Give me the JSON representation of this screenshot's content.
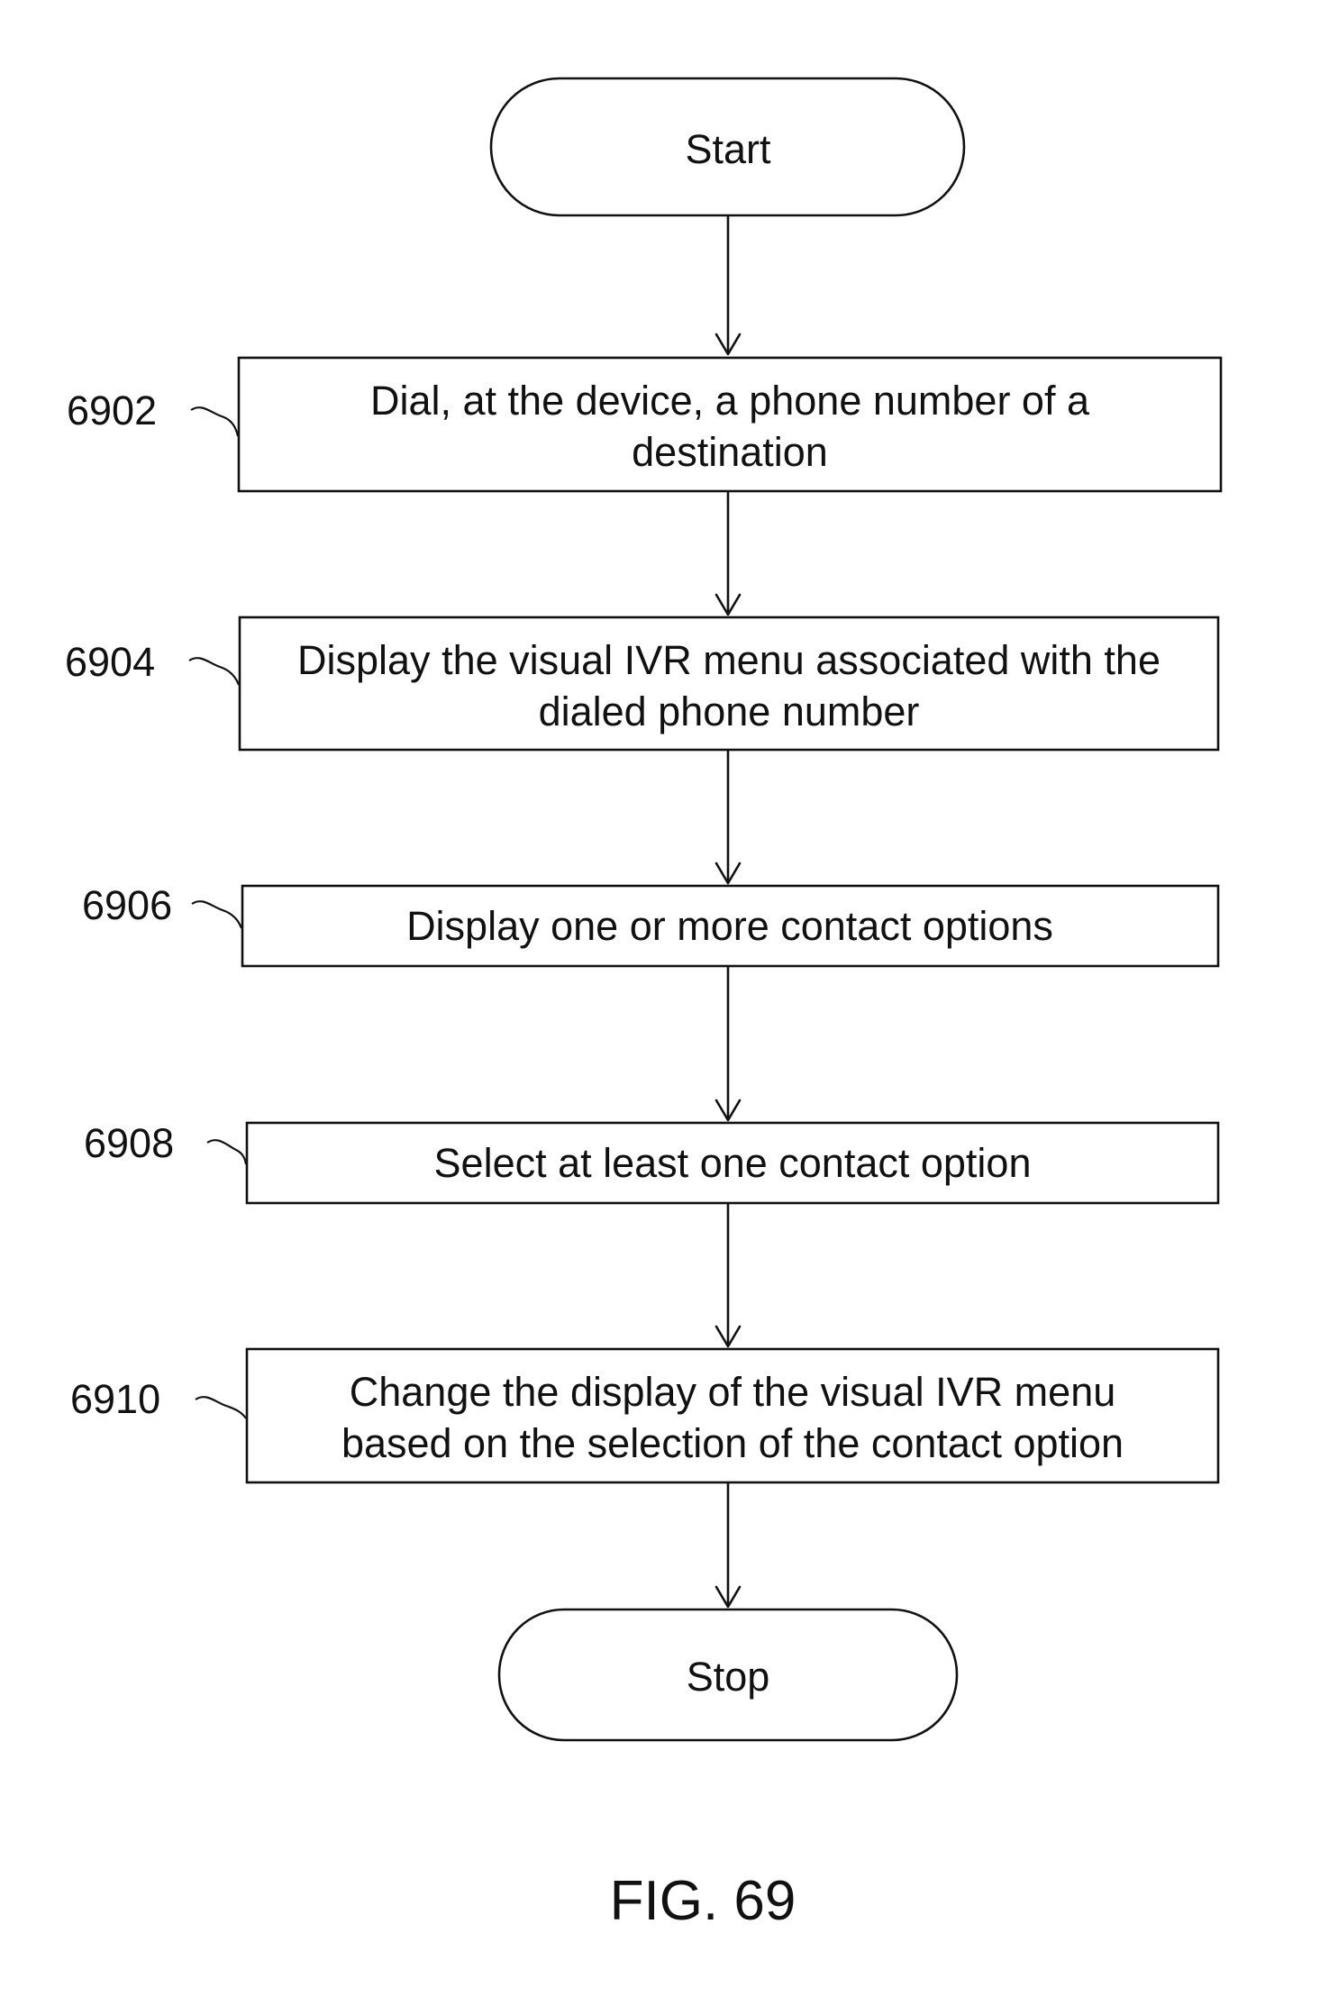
{
  "nodes": {
    "start": {
      "label": "Start"
    },
    "step_6902": {
      "ref": "6902",
      "line1": "Dial, at the device, a phone number of a",
      "line2": "destination"
    },
    "step_6904": {
      "ref": "6904",
      "line1": "Display the visual IVR menu associated with the",
      "line2": "dialed phone number"
    },
    "step_6906": {
      "ref": "6906",
      "line1": "Display one or more contact options"
    },
    "step_6908": {
      "ref": "6908",
      "line1": "Select at least one contact option"
    },
    "step_6910": {
      "ref": "6910",
      "line1": "Change the display of the visual IVR menu",
      "line2": "based on the selection of the contact option"
    },
    "stop": {
      "label": "Stop"
    }
  },
  "figure_label": "FIG. 69"
}
